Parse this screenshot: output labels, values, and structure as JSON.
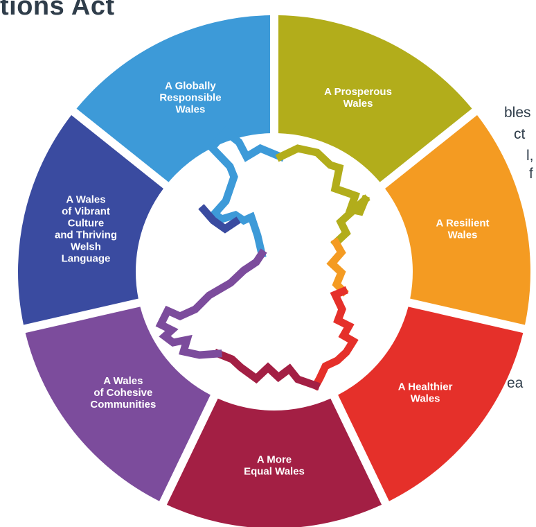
{
  "title": "tions Act",
  "cut_text": [
    "bles",
    "ct",
    "l,",
    "f",
    "ea"
  ],
  "segments": [
    {
      "lines": [
        "A Prosperous",
        "Wales"
      ],
      "color": "#b2ad1b"
    },
    {
      "lines": [
        "A Resilient",
        "Wales"
      ],
      "color": "#f49b22"
    },
    {
      "lines": [
        "A Healthier",
        "Wales"
      ],
      "color": "#e5302a"
    },
    {
      "lines": [
        "A More",
        "Equal Wales"
      ],
      "color": "#a31f44"
    },
    {
      "lines": [
        "A Wales",
        "of Cohesive",
        "Communities"
      ],
      "color": "#7c4c9c"
    },
    {
      "lines": [
        "A Wales",
        "of Vibrant",
        "Culture",
        "and Thriving",
        "Welsh",
        "Language"
      ],
      "color": "#3a4ba0"
    },
    {
      "lines": [
        "A Globally",
        "Responsible",
        "Wales"
      ],
      "color": "#3d9ad8"
    }
  ]
}
